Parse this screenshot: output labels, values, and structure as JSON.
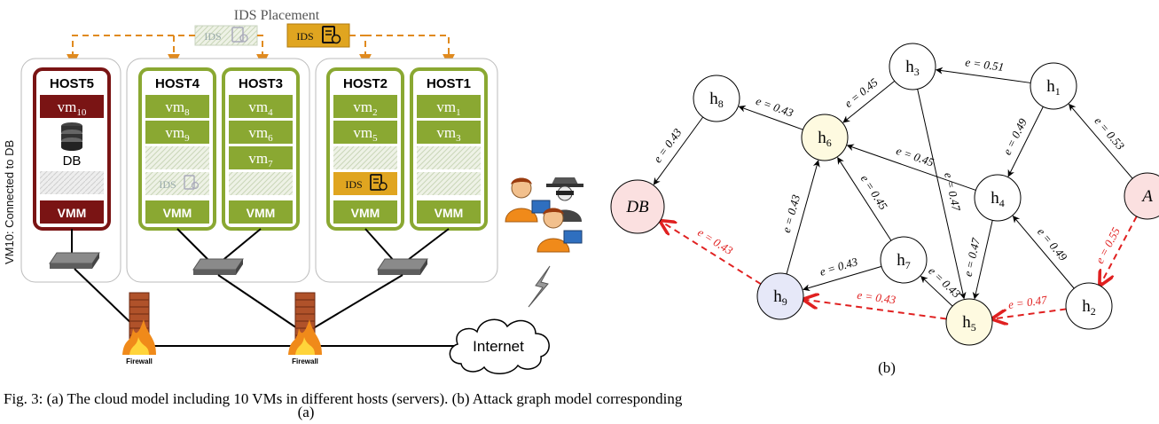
{
  "left_panel": {
    "ids_placement_title": "IDS Placement",
    "ids_label": "IDS",
    "vertical_label": "VM10: Connected to DB",
    "hosts": [
      {
        "name": "HOST5",
        "vms": [
          "vm10"
        ],
        "db_label": "DB",
        "vmm": "VMM"
      },
      {
        "name": "HOST4",
        "vms": [
          "vm8",
          "vm9"
        ],
        "ids": "IDS",
        "vmm": "VMM"
      },
      {
        "name": "HOST3",
        "vms": [
          "vm4",
          "vm6",
          "vm7"
        ],
        "vmm": "VMM"
      },
      {
        "name": "HOST2",
        "vms": [
          "vm2",
          "vm5"
        ],
        "ids": "IDS",
        "vmm": "VMM"
      },
      {
        "name": "HOST1",
        "vms": [
          "vm1",
          "vm3"
        ],
        "vmm": "VMM"
      }
    ],
    "firewall_labels": [
      "Firewall",
      "Firewall"
    ],
    "internet_label": "Internet",
    "subfigure_label": "(a)"
  },
  "right_panel": {
    "subfigure_label": "(b)",
    "nodes": [
      {
        "id": "h1",
        "label": "h",
        "sub": "1",
        "fill": "#ffffff"
      },
      {
        "id": "h2",
        "label": "h",
        "sub": "2",
        "fill": "#ffffff"
      },
      {
        "id": "h3",
        "label": "h",
        "sub": "3",
        "fill": "#ffffff"
      },
      {
        "id": "h4",
        "label": "h",
        "sub": "4",
        "fill": "#ffffff"
      },
      {
        "id": "h5",
        "label": "h",
        "sub": "5",
        "fill": "#fefae0"
      },
      {
        "id": "h6",
        "label": "h",
        "sub": "6",
        "fill": "#fefae0"
      },
      {
        "id": "h7",
        "label": "h",
        "sub": "7",
        "fill": "#ffffff"
      },
      {
        "id": "h8",
        "label": "h",
        "sub": "8",
        "fill": "#ffffff"
      },
      {
        "id": "h9",
        "label": "h",
        "sub": "9",
        "fill": "#e6e8f8"
      },
      {
        "id": "DB",
        "label": "DB",
        "sub": "",
        "fill": "#fbe0e0"
      },
      {
        "id": "A",
        "label": "A",
        "sub": "",
        "fill": "#fbe0e0"
      }
    ],
    "edges": [
      {
        "from": "h1",
        "to": "h3",
        "label": "e = 0.51",
        "attack": false
      },
      {
        "from": "h1",
        "to": "h4",
        "label": "e = 0.49",
        "attack": false
      },
      {
        "from": "A",
        "to": "h1",
        "label": "e = 0.53",
        "attack": false
      },
      {
        "from": "h3",
        "to": "h6",
        "label": "e = 0.45",
        "attack": false
      },
      {
        "from": "h3",
        "to": "h5",
        "label": "e = 0.47",
        "attack": false
      },
      {
        "from": "h4",
        "to": "h6",
        "label": "e = 0.45",
        "attack": false
      },
      {
        "from": "h4",
        "to": "h5",
        "label": "e = 0.47",
        "attack": false
      },
      {
        "from": "h2",
        "to": "h4",
        "label": "e = 0.49",
        "attack": false
      },
      {
        "from": "h6",
        "to": "h8",
        "label": "e = 0.43",
        "attack": false
      },
      {
        "from": "h8",
        "to": "DB",
        "label": "e = 0.43",
        "attack": false
      },
      {
        "from": "h7",
        "to": "h6",
        "label": "e = 0.45",
        "attack": false
      },
      {
        "from": "h9",
        "to": "h6",
        "label": "e = 0.43",
        "attack": false
      },
      {
        "from": "h7",
        "to": "h9",
        "label": "e = 0.43",
        "attack": false
      },
      {
        "from": "h5",
        "to": "h7",
        "label": "e = 0.43",
        "attack": false
      },
      {
        "from": "A",
        "to": "h2",
        "label": "e = 0.55",
        "attack": true
      },
      {
        "from": "h2",
        "to": "h5",
        "label": "e = 0.47",
        "attack": true
      },
      {
        "from": "h5",
        "to": "h9",
        "label": "e = 0.43",
        "attack": true
      },
      {
        "from": "h9",
        "to": "DB",
        "label": "e = 0.43",
        "attack": true
      }
    ]
  },
  "caption": "Fig. 3: (a) The cloud model including 10 VMs in different hosts (servers). (b) Attack graph model corresponding",
  "colors": {
    "host_green": "#8aa832",
    "host5_red": "#7a1414",
    "ids_orange": "#e08a1e",
    "ids_gold": "#e0a520",
    "attack_red": "#e02020"
  }
}
